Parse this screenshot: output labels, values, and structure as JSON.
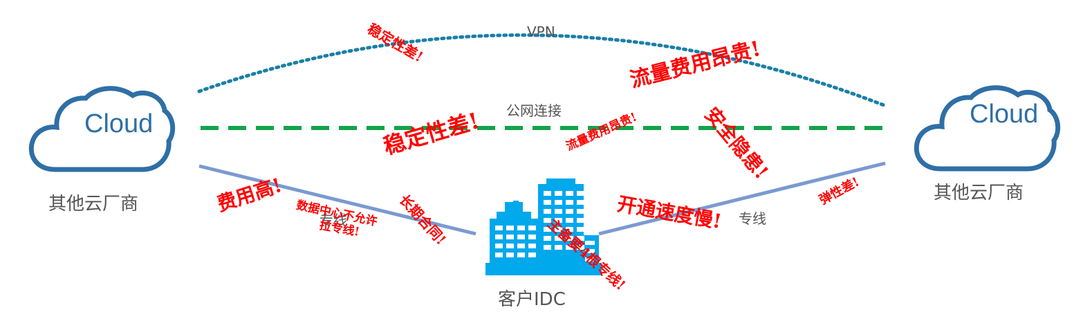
{
  "vpn_label": "VPN",
  "public_label": "公网连接",
  "leased_left_label": "专线",
  "leased_right_label": "专线",
  "cloud_left": {
    "text": "Cloud",
    "caption": "其他云厂商"
  },
  "cloud_right": {
    "text": "Cloud",
    "caption": "其他云厂商"
  },
  "idc_caption": "客户IDC",
  "warnings": {
    "vpn_unstable": "稳定性差!",
    "vpn_costly": "流量费用昂贵!",
    "public_unstable": "稳定性差!",
    "public_costly": "流量费用昂贵!",
    "public_security": "安全隐患!",
    "leased_cost": "费用高!",
    "dc_not_allowed_1": "数据中心不允许",
    "dc_not_allowed_2": "拉专线!",
    "long_contract": "长期合同!",
    "slow_open": "开通速度慢!",
    "four_lines": "主备要4根专线!",
    "poor_elastic": "弹性差!"
  },
  "colors": {
    "vpn_line": "#1a7fa6",
    "public_line": "#13a34a",
    "leased_line": "#7a9ad0",
    "cloud": "#2f6fa6",
    "building": "#00a8ec",
    "warning": "#ff0000"
  }
}
